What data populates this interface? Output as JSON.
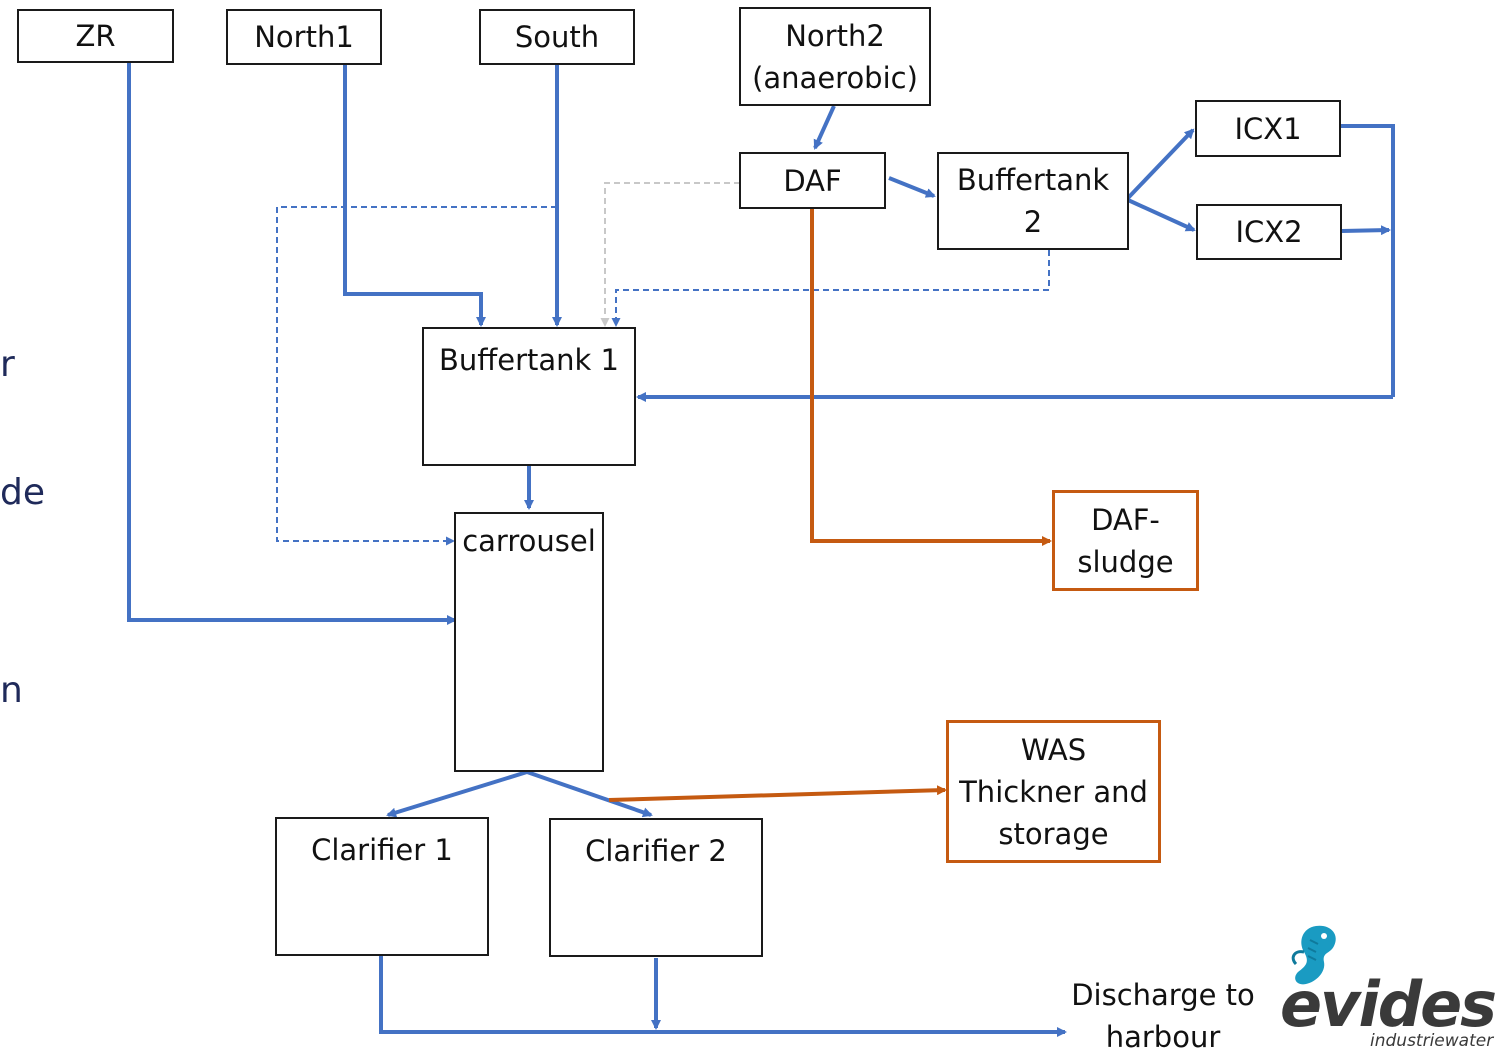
{
  "nodes": {
    "zr": "ZR",
    "north1": "North1",
    "south": "South",
    "north2": "North2\n(anaerobic)",
    "daf": "DAF",
    "buffertank2": "Buffertank\n2",
    "icx1": "ICX1",
    "icx2": "ICX2",
    "buffertank1": "Buffertank 1",
    "daf_sludge": "DAF-\nsludge",
    "carrousel": "carrousel",
    "was": "WAS\nThickner and\nstorage",
    "clarifier1": "Clarifier 1",
    "clarifier2": "Clarifier 2"
  },
  "discharge": "Discharge to\nharbour",
  "clipped_text": [
    "r",
    "de",
    "n"
  ],
  "logo": {
    "word": "evides",
    "subtitle": "industriewater"
  },
  "colors": {
    "flow": "#4472c4",
    "sludge": "#c55a11",
    "optional_flow": "#4472c4",
    "gray_flow": "#c8c8c8"
  }
}
